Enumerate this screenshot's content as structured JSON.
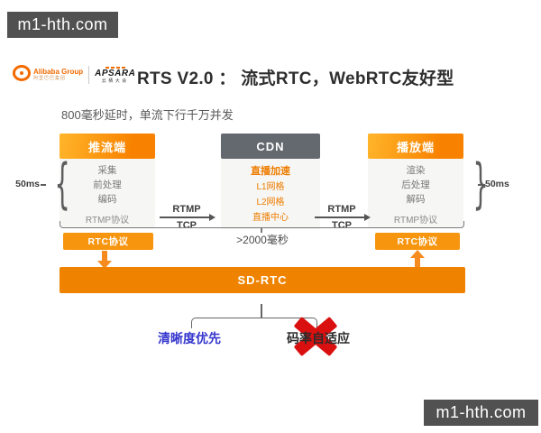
{
  "watermarks": {
    "top_left": "m1-hth.com",
    "bottom_right": "m1-hth.com"
  },
  "header": {
    "alibaba": {
      "name": "Alibaba Group",
      "cn": "阿里巴巴集团"
    },
    "apsara": {
      "name": "APSARA",
      "cn": "云栖大会"
    },
    "title": "RTS V2.0 ： 流式RTC，WebRTC友好型"
  },
  "subtitle": "800毫秒延时，单流下行千万并发",
  "diagram": {
    "push": {
      "title": "推流端",
      "items": [
        "采集",
        "前处理",
        "编码"
      ],
      "protocol": "RTMP协议",
      "latency": "50ms"
    },
    "cdn": {
      "title": "CDN",
      "highlight": "直播加速",
      "items": [
        "L1网格",
        "L2网格",
        "直播中心"
      ],
      "path_latency": ">2000毫秒"
    },
    "play": {
      "title": "播放端",
      "items": [
        "渲染",
        "后处理",
        "解码"
      ],
      "protocol": "RTMP协议",
      "latency": "50ms"
    },
    "links": {
      "left": {
        "protocol": "RTMP",
        "transport": "TCP"
      },
      "right": {
        "protocol": "RTMP",
        "transport": "TCP"
      }
    },
    "rtc": {
      "left": "RTC协议",
      "right": "RTC协议"
    },
    "sdrtc": "SD-RTC",
    "branches": {
      "left": "清晰度优先",
      "right": "码率自适应"
    }
  },
  "glyphs": {
    "brace_left": "{",
    "brace_right": "}"
  },
  "colors": {
    "accent_orange": "#f88200",
    "deep_orange": "#ef8300",
    "cdn_gray": "#64696f",
    "body_gray": "#f6f6f5",
    "blue_option": "#3536cd",
    "red_x": "#da1010",
    "watermark_bg": "#515151"
  }
}
